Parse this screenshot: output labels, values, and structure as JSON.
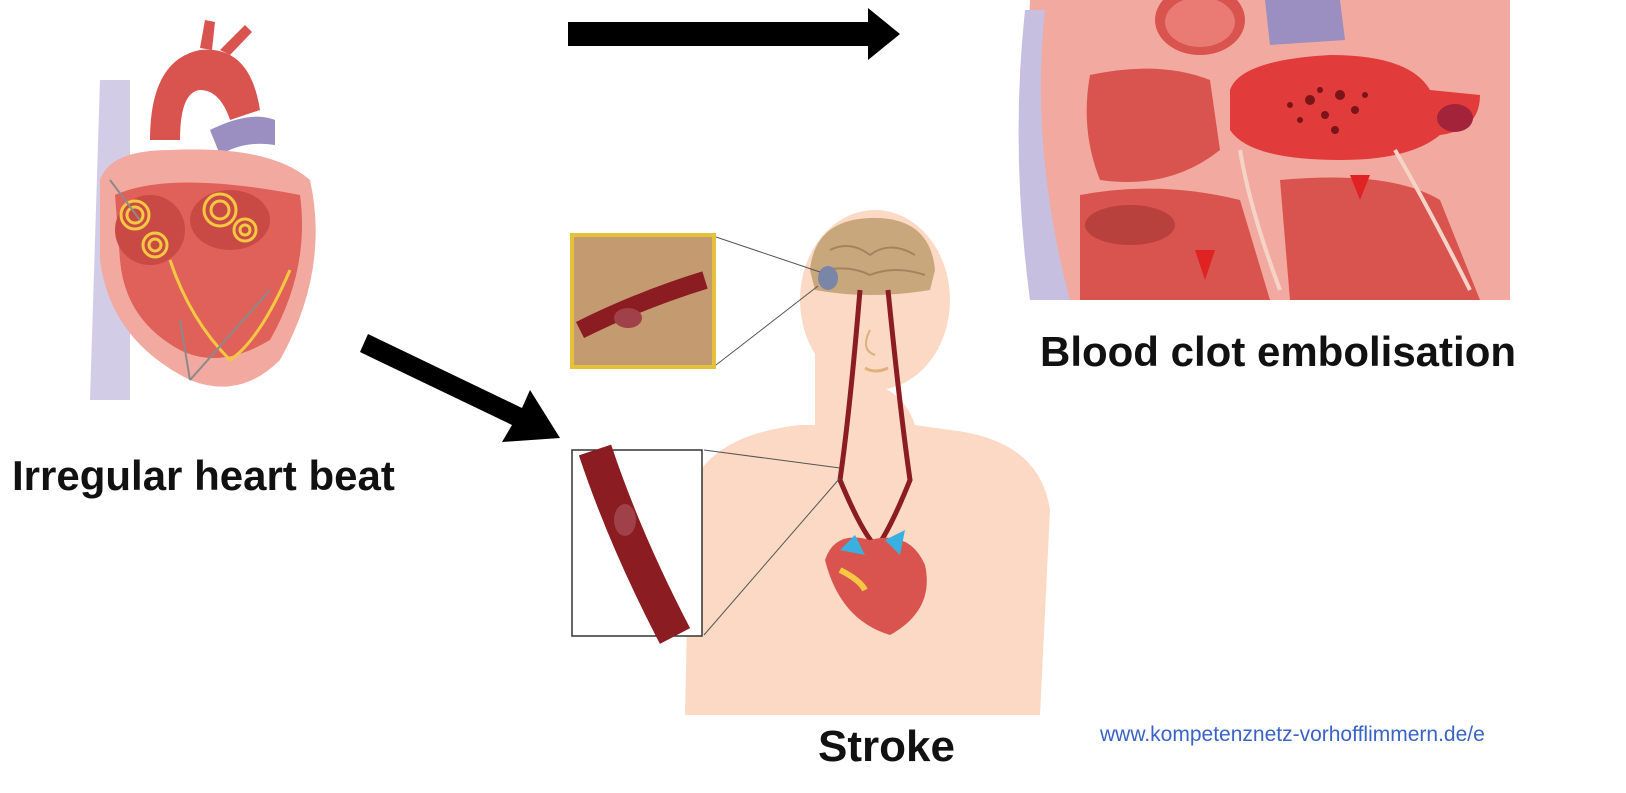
{
  "labels": {
    "irregular_heart_beat": "Irregular heart beat",
    "blood_clot_embolisation": "Blood clot embolisation",
    "stroke": "Stroke",
    "source_url": "www.kompetenznetz-vorhofflimmern.de/e"
  },
  "colors": {
    "arrow": "#000000",
    "heart_red": "#d9534f",
    "heart_light": "#f2a9a0",
    "vessel": "#8b1c22",
    "skin": "#fbd9c4",
    "brain": "#c9a77c",
    "aorta_purple": "#9a8fc0",
    "url_blue": "#3a63c7",
    "signal_yellow": "#f5c842"
  }
}
